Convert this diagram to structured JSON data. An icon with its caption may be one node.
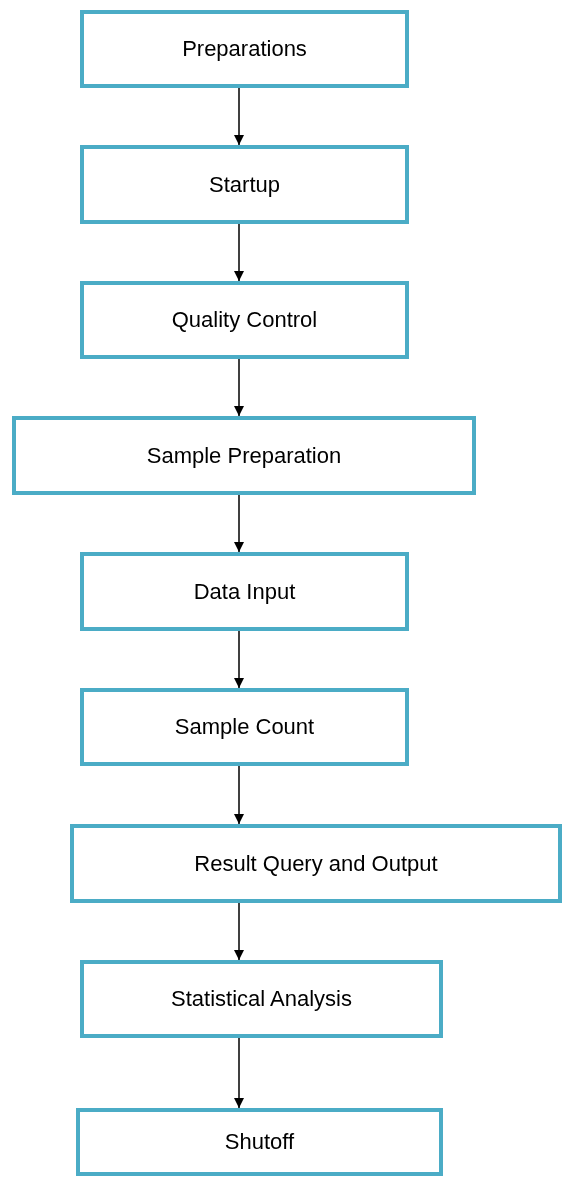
{
  "diagram": {
    "nodes": [
      {
        "text": [
          "Preparations"
        ]
      },
      {
        "text": [
          "Startup"
        ]
      },
      {
        "text": [
          "Quality Control"
        ]
      },
      {
        "text": [
          "Sample Preparation"
        ]
      },
      {
        "text": [
          "Data Input"
        ]
      },
      {
        "text": [
          "Sample Count"
        ]
      },
      {
        "text": [
          "Result Query and Output"
        ]
      },
      {
        "text": [
          "Statistical Analysis"
        ]
      },
      {
        "text": [
          "Shutoff"
        ]
      }
    ],
    "edges": [
      {
        "from": 0,
        "to": 1,
        "arrow": "to"
      },
      {
        "from": 1,
        "to": 2,
        "arrow": "to"
      },
      {
        "from": 2,
        "to": 3,
        "arrow": "to"
      },
      {
        "from": 3,
        "to": 4,
        "arrow": "to"
      },
      {
        "from": 4,
        "to": 5,
        "arrow": "to"
      },
      {
        "from": 5,
        "to": 6,
        "arrow": "to"
      },
      {
        "from": 6,
        "to": 7,
        "arrow": "to"
      },
      {
        "from": 7,
        "to": 8,
        "arrow": "to"
      }
    ]
  }
}
